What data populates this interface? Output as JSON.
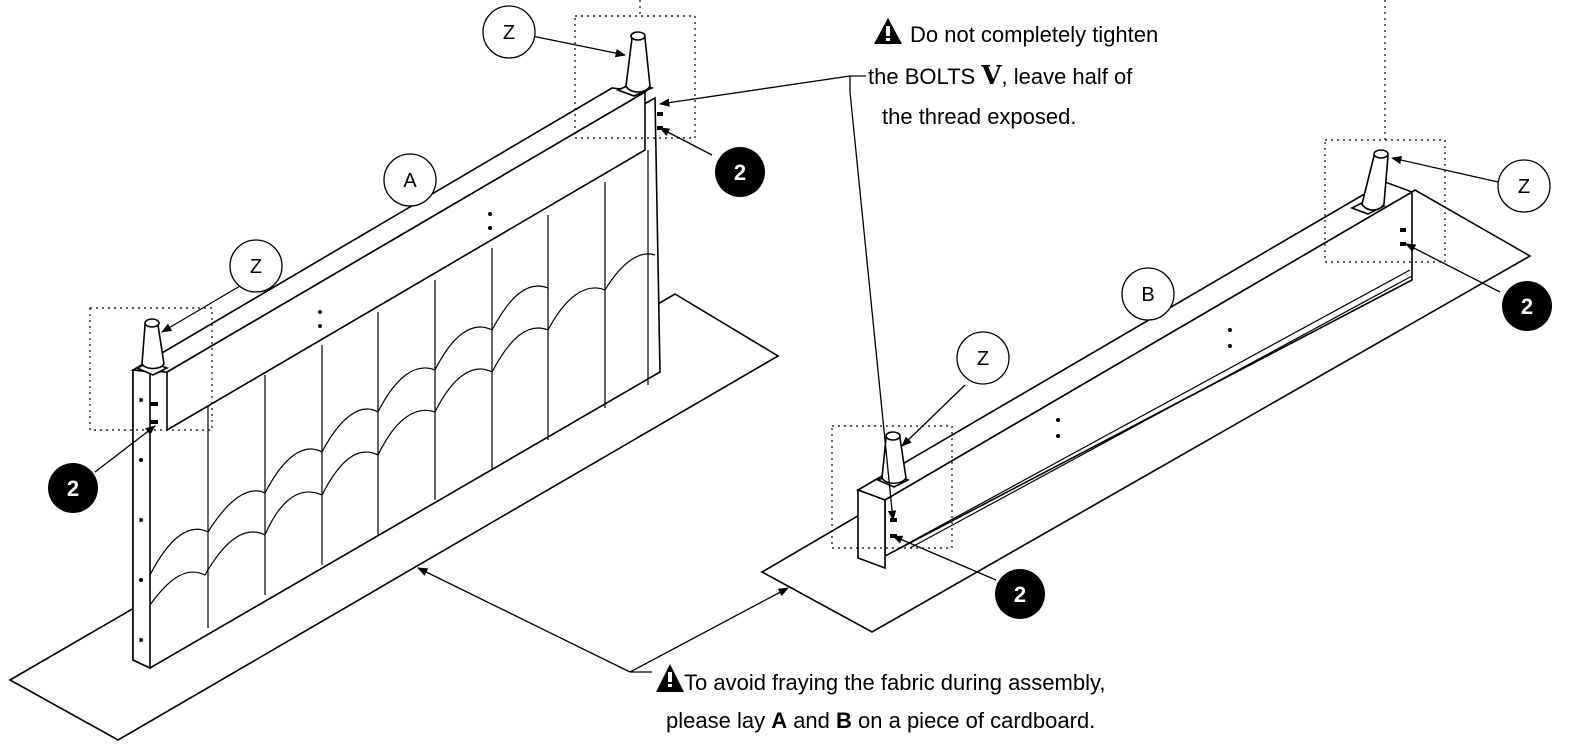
{
  "labels": {
    "part_a": "A",
    "part_b": "B",
    "foot": "Z",
    "step": "2"
  },
  "note_bolts": {
    "line1": "Do not completely tighten",
    "line2_pre": "the BOLTS ",
    "line2_bolt": "V",
    "line2_post": ", leave half of",
    "line3": "the thread exposed."
  },
  "note_cardboard": {
    "line1": "To avoid fraying the fabric during assembly,",
    "line2_pre": "please lay ",
    "line2_a": "A",
    "line2_mid": " and ",
    "line2_b": "B",
    "line2_post": " on a piece of cardboard."
  },
  "icons": {
    "warning": "warning-triangle-icon"
  },
  "colors": {
    "ink": "#000000",
    "paper": "#ffffff"
  }
}
